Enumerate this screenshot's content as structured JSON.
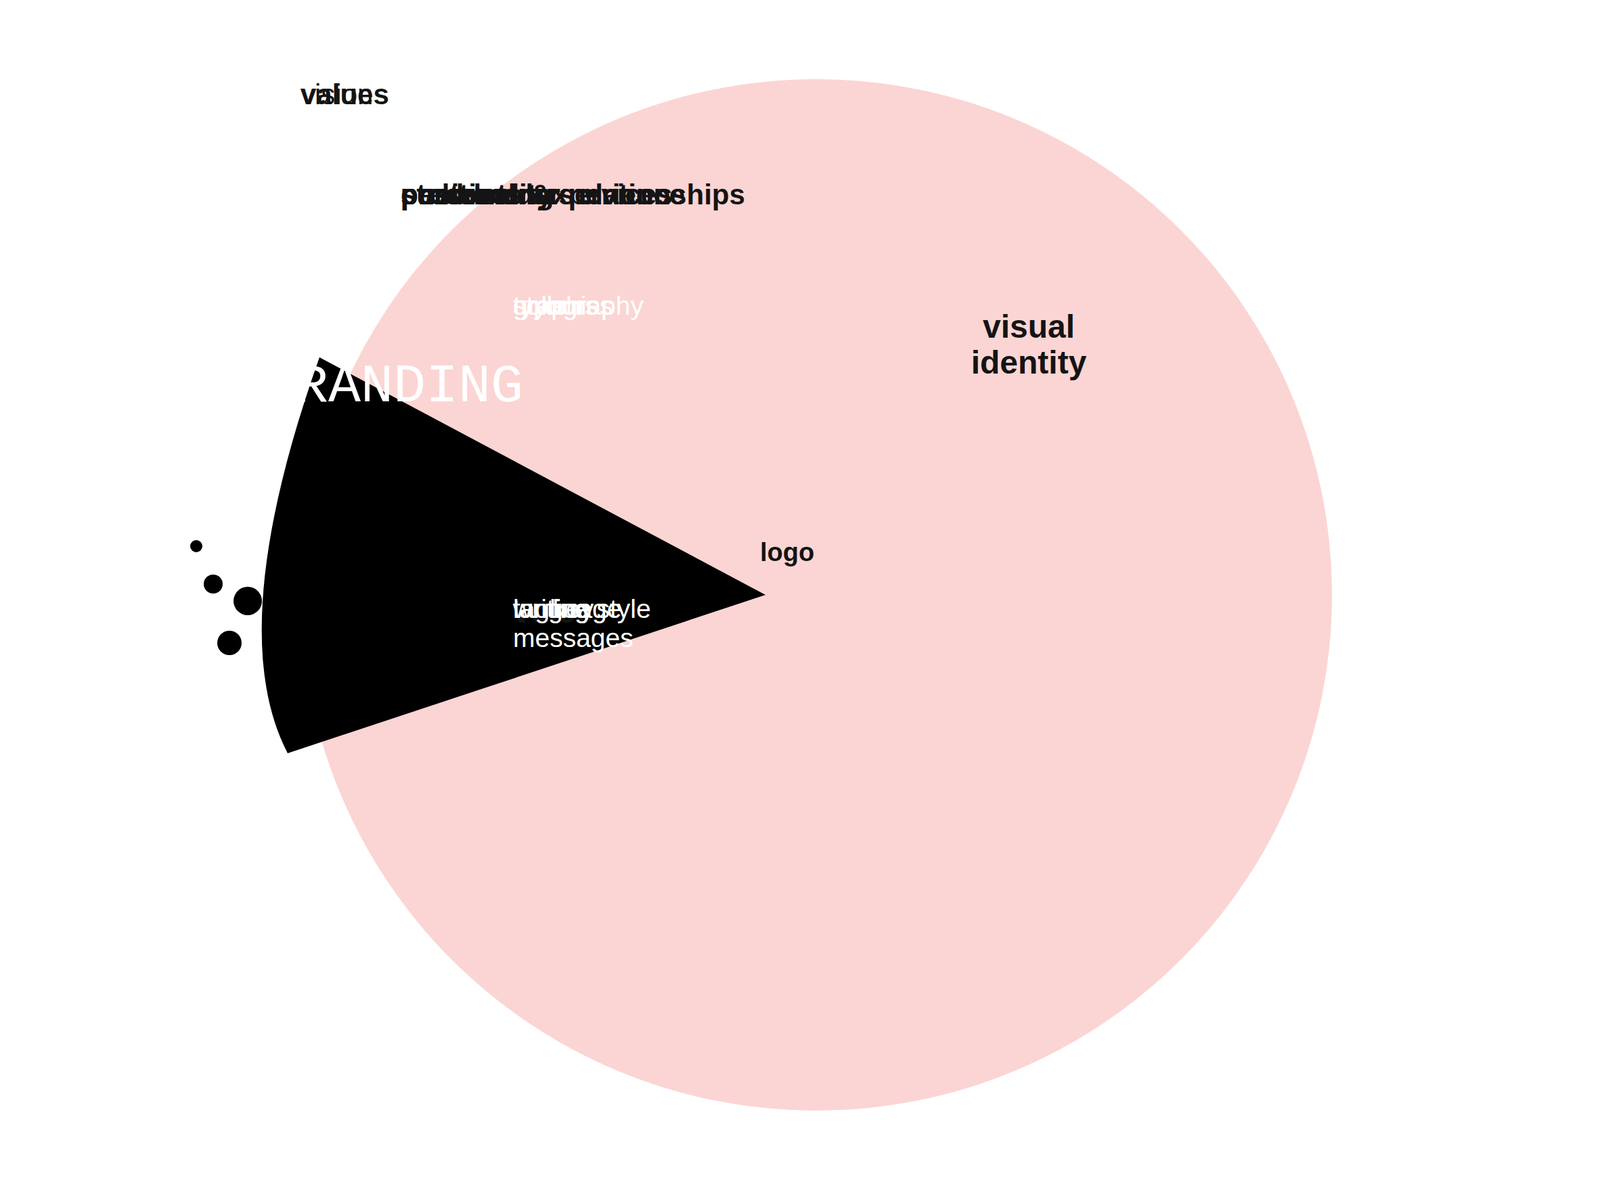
{
  "diagram": {
    "nodes": [
      {
        "text": [
          "vision",
          "values"
        ]
      },
      {
        "text": [
          "positioning",
          "personality",
          "products & services",
          "stakeholder relationships",
          "customer experience"
        ],
        "in": 0
      },
      {
        "text": [
          "visual identity",
          "imagery",
          "colours",
          "style",
          "graphics",
          "typography"
        ],
        "in": 1
      },
      {
        "text": [
          "voice",
          "tagline",
          "writing style",
          "language",
          "key messages"
        ],
        "in": 1
      },
      {
        "text": [
          "logo"
        ],
        "in": 1
      },
      {
        "text": [
          "BRANDING"
        ]
      }
    ]
  }
}
